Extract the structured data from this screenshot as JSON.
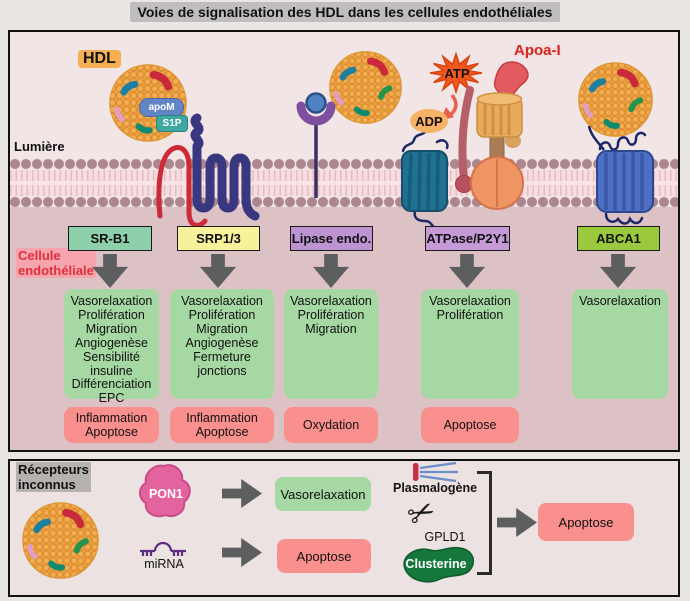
{
  "title": "Voies de signalisation des HDL dans les cellules endothéliales",
  "colors": {
    "positive_box": "#a5d8a2",
    "negative_box": "#f9908e",
    "arrow_gray": "#5d5e60",
    "hdl_particle": "#eda03f",
    "membrane_head": "#ad8790"
  },
  "main_panel": {
    "lumen_label": "Lumière",
    "cell_label": [
      "Cellule",
      "endothéliale"
    ],
    "hdl_label": "HDL",
    "apom_label": "apoM",
    "s1p_label": "S1P",
    "apoa1_label": "Apoa-I",
    "atp_label": "ATP",
    "adp_label": "ADP",
    "receptors": [
      {
        "label": "SR-B1",
        "label_bg": "#8ed0ab",
        "positive": [
          "Vasorelaxation",
          "Prolifération",
          "Migration",
          "Angiogenèse",
          "Sensibilité",
          "insuline",
          "Différenciation",
          "EPC"
        ],
        "negative": [
          "Inflammation",
          "Apoptose"
        ]
      },
      {
        "label": "SRP1/3",
        "label_bg": "#f7f19b",
        "positive": [
          "Vasorelaxation",
          "Prolifération",
          "Migration",
          "Angiogenèse",
          "Fermeture",
          "jonctions"
        ],
        "negative": [
          "Inflammation",
          "Apoptose"
        ]
      },
      {
        "label": "Lipase endo.",
        "label_bg": "#bd93d2",
        "positive": [
          "Vasorelaxation",
          "Prolifération",
          "Migration"
        ],
        "negative": [
          "Oxydation"
        ]
      },
      {
        "label": "ATPase/P2Y1",
        "label_bg": "#c69ad6",
        "positive": [
          "Vasorelaxation",
          "Prolifération"
        ],
        "negative": [
          "Apoptose"
        ]
      },
      {
        "label": "ABCA1",
        "label_bg": "#9bc93e",
        "positive": [
          "Vasorelaxation"
        ],
        "negative": []
      }
    ]
  },
  "bottom_panel": {
    "title": [
      "Récepteurs",
      "inconnus"
    ],
    "pon1_label": "PON1",
    "mirna_label": "miRNA",
    "pon1_outcome": "Vasorelaxation",
    "mirna_outcome": "Apoptose",
    "plasmalogene_label": "Plasmalogène",
    "gpld1_label": "GPLD1",
    "clusterine_label": "Clusterine",
    "group_outcome": "Apoptose"
  }
}
